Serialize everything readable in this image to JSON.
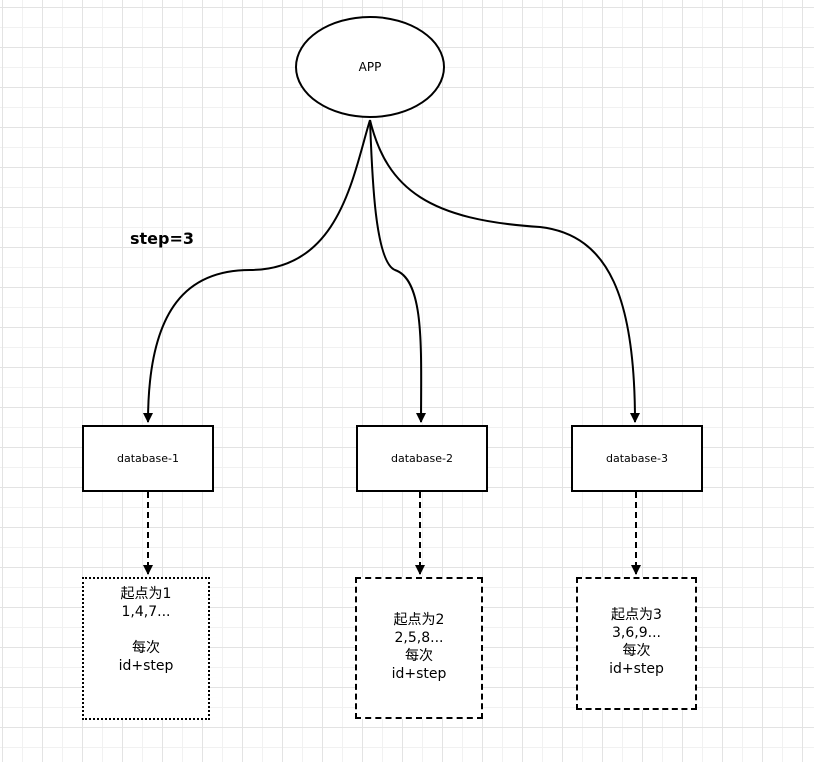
{
  "diagram": {
    "app": {
      "label": "APP"
    },
    "step_label": "step=3",
    "databases": [
      {
        "label": "database-1"
      },
      {
        "label": "database-2"
      },
      {
        "label": "database-3"
      }
    ],
    "notes": [
      {
        "lines": [
          "起点为1",
          "1,4,7...",
          "",
          "每次",
          "id+step"
        ]
      },
      {
        "lines": [
          "起点为2",
          "2,5,8...",
          "每次",
          "id+step"
        ]
      },
      {
        "lines": [
          "起点为3",
          "3,6,9...",
          "每次",
          "id+step"
        ]
      }
    ]
  }
}
